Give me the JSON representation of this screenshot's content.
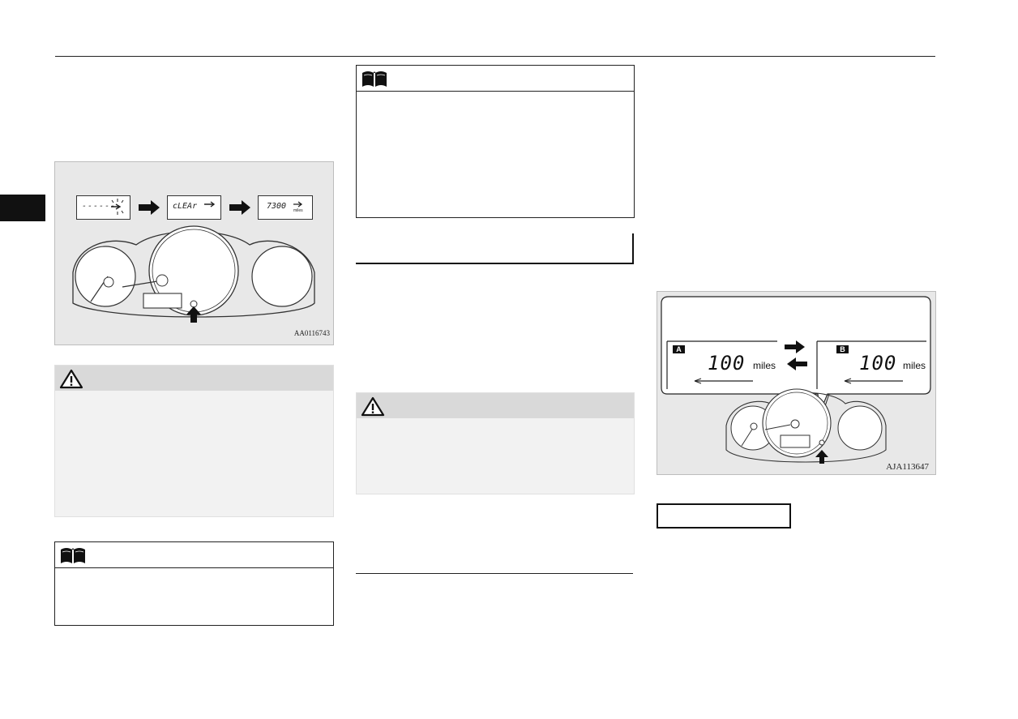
{
  "figure_left": {
    "id_text": "AA0116743",
    "lcd_step1": "------",
    "lcd_step2": "cLEAr",
    "lcd_step3": "7300",
    "lcd_step3_unit": "miles"
  },
  "figure_right": {
    "id_text": "AJA113647",
    "trip_a_label": "A",
    "trip_a_value": "100",
    "trip_a_unit": "miles",
    "trip_b_label": "B",
    "trip_b_value": "100",
    "trip_b_unit": "miles"
  },
  "colors": {
    "figure_bg": "#e8e8e8",
    "warning_header_bg": "#d9d9d9",
    "warning_body_bg": "#f2f2f2",
    "ink": "#111111"
  },
  "icons": {
    "note": "open-book-icon",
    "warning": "warning-triangle-icon"
  }
}
